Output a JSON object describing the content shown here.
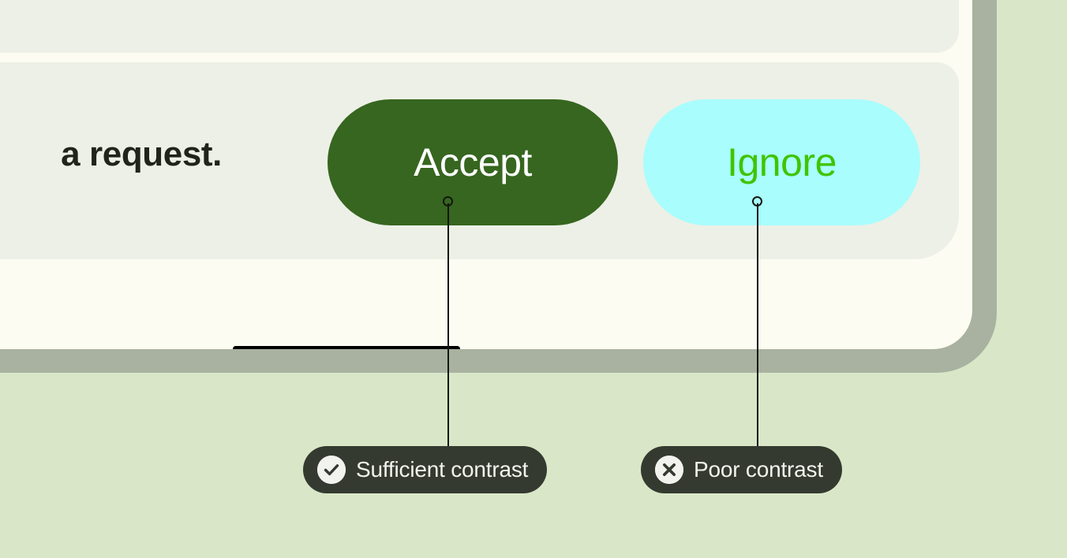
{
  "colors": {
    "page_background": "#d9e7c8",
    "device_frame": "#a9b2a0",
    "screen_background": "#fdfcf2",
    "card_background": "#edf0e6",
    "accept_button_fill": "#36661f",
    "accept_button_text": "#ffffff",
    "ignore_button_fill": "#a9fdfd",
    "ignore_button_text": "#3fc400",
    "badge_fill": "#353a30",
    "badge_text": "#f2f3ee",
    "annotation_stroke": "#14170f",
    "home_indicator": "#000000",
    "body_text": "#1f241c"
  },
  "mockup": {
    "card_message": "a request.",
    "buttons": [
      {
        "id": "accept",
        "label": "Accept"
      },
      {
        "id": "ignore",
        "label": "Ignore"
      }
    ],
    "home_indicator_name": "home-indicator"
  },
  "annotations": [
    {
      "id": "sufficient",
      "label": "Sufficient contrast",
      "icon": "check-circle-icon",
      "target": "accept"
    },
    {
      "id": "poor",
      "label": "Poor contrast",
      "icon": "x-circle-icon",
      "target": "ignore"
    }
  ]
}
